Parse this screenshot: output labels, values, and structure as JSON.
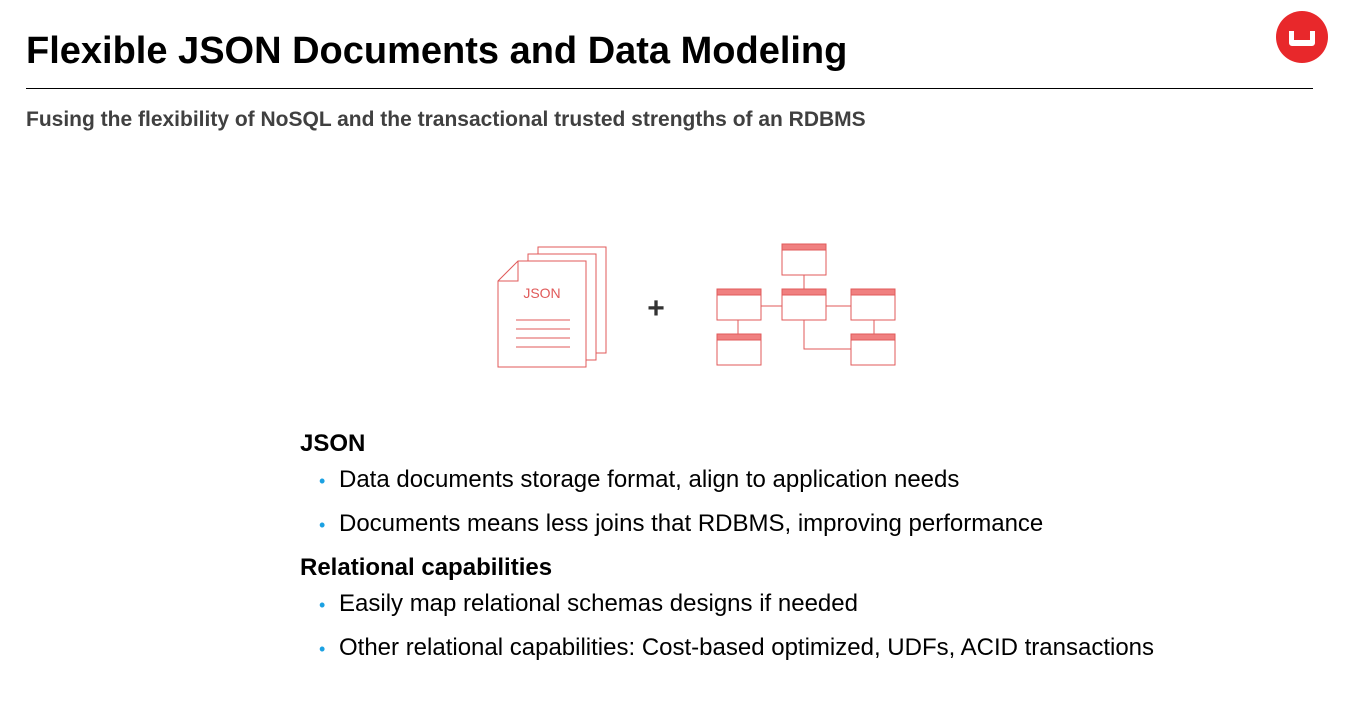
{
  "slide": {
    "title": "Flexible JSON Documents and Data Modeling",
    "subtitle": "Fusing the flexibility of NoSQL and the transactional trusted strengths of an RDBMS"
  },
  "illustration": {
    "doc_label": "JSON",
    "plus": "+"
  },
  "sections": [
    {
      "heading": "JSON",
      "bullets": [
        "Data documents storage format, align to application needs",
        "Documents means less joins that RDBMS, improving performance"
      ]
    },
    {
      "heading": "Relational capabilities",
      "bullets": [
        "Easily map relational schemas designs if needed",
        "Other relational capabilities: Cost-based optimized, UDFs, ACID transactions"
      ]
    }
  ],
  "colors": {
    "accent": "#e8282b",
    "icon_stroke": "#e05a5a",
    "bullet": "#1ba1e2"
  }
}
